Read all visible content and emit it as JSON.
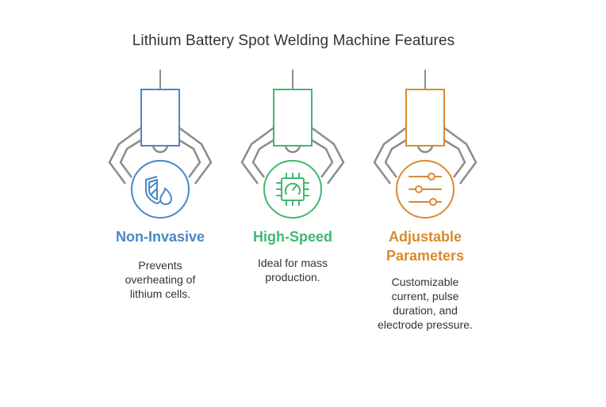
{
  "title": "Lithium Battery Spot Welding Machine Features",
  "colors": {
    "blue": "#4a86c8",
    "green": "#3fb86f",
    "orange": "#d98a2f",
    "arm": "#8c8c8c"
  },
  "features": [
    {
      "title_line1": "Non-Invasive",
      "title_line2": "",
      "desc_line1": "Prevents",
      "desc_line2": "overheating of",
      "desc_line3": "lithium cells.",
      "desc_line4": "",
      "icon": "shield-flame-icon"
    },
    {
      "title_line1": "High-Speed",
      "title_line2": "",
      "desc_line1": "Ideal for mass",
      "desc_line2": "production.",
      "desc_line3": "",
      "desc_line4": "",
      "icon": "chip-gauge-icon"
    },
    {
      "title_line1": "Adjustable",
      "title_line2": "Parameters",
      "desc_line1": "Customizable",
      "desc_line2": "current, pulse",
      "desc_line3": "duration, and",
      "desc_line4": "electrode pressure.",
      "icon": "sliders-icon"
    }
  ]
}
